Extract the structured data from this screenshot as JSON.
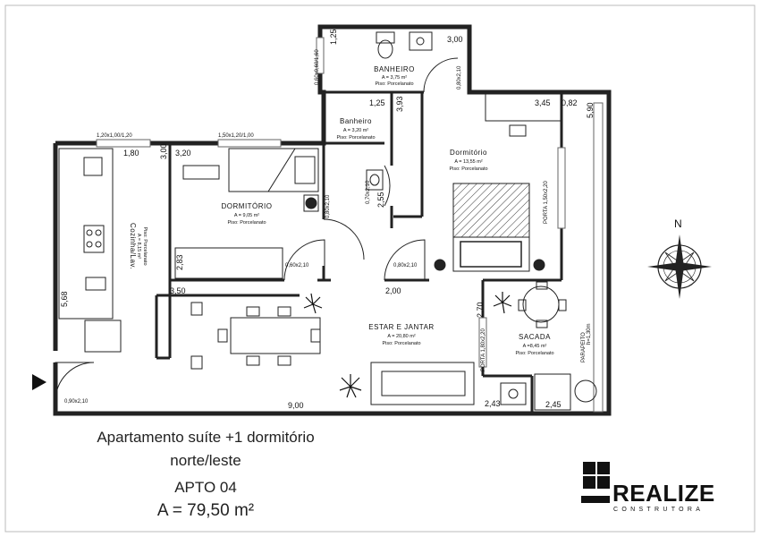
{
  "plan": {
    "rooms": {
      "banheiro_top": {
        "name": "BANHEIRO",
        "area": "A = 3,75 m²",
        "floor": "Piso: Porcelanato"
      },
      "banheiro_mid": {
        "name": "Banheiro",
        "area": "A = 3,20 m²",
        "floor": "Piso: Porcelanato"
      },
      "dormitorio_right": {
        "name": "Dormitório",
        "area": "A = 13,55 m²",
        "floor": "Piso: Porcelanato"
      },
      "dormitorio_left": {
        "name": "DORMITÓRIO",
        "area": "A = 9,05 m²",
        "floor": "Piso: Porcelanato"
      },
      "cozinha": {
        "name": "Cozinha/Lav.",
        "area": "A = 8,15 m²",
        "floor": "Piso: Porcelanato"
      },
      "estar": {
        "name": "ESTAR E JANTAR",
        "area": "A = 20,80 m²",
        "floor": "Piso: Porcelanato"
      },
      "sacada": {
        "name": "SACADA",
        "area": "A =8,45 m²",
        "floor": "Piso: Porcelanato"
      }
    },
    "dims": {
      "d_1_25_top": "1,25",
      "d_3_00_top": "3,00",
      "d_1_25_mid": "1,25",
      "d_3_93": "3,93",
      "d_3_45": "3,45",
      "d_0_82": "0,82",
      "d_5_90": "5,90",
      "d_1_80": "1,80",
      "d_3_00_left": "3,00",
      "d_3_20": "3,20",
      "d_2_55": "2,55",
      "d_2_83": "2,83",
      "d_3_50": "3,50",
      "d_2_00": "2,00",
      "d_2_70": "2,70",
      "d_5_68": "5,68",
      "d_9_00": "9,00",
      "d_2_43": "2,43",
      "d_2_45": "2,45"
    },
    "openings": {
      "win_top_bath": "0,60x0,60/1,60",
      "win_kitchen": "1,20x1,00/1,20",
      "win_dorm_left": "1,50x1,20/1,00",
      "porta_right": "PORTA 1,50x2,20",
      "porta_sacada": "PORTA 1,80x2,20",
      "entry_door": "0,90x2,10",
      "door_a": "0,60x2,10",
      "door_b": "0,80x2,10",
      "door_c": "0,80x2,10",
      "door_d": "0,80x2,10",
      "door_e": "0,70x2,10"
    },
    "parapeito": "PARAPEITO",
    "parapeito_sub": "h=1,30m",
    "compass_n": "N"
  },
  "caption": {
    "line1": "Apartamento suíte +1 dormitório",
    "line2": "norte/leste",
    "line3": "APTO 04",
    "line4": "A = 79,50 m²"
  },
  "logo": {
    "name": "REALIZE",
    "sub": "CONSTRUTORA"
  }
}
